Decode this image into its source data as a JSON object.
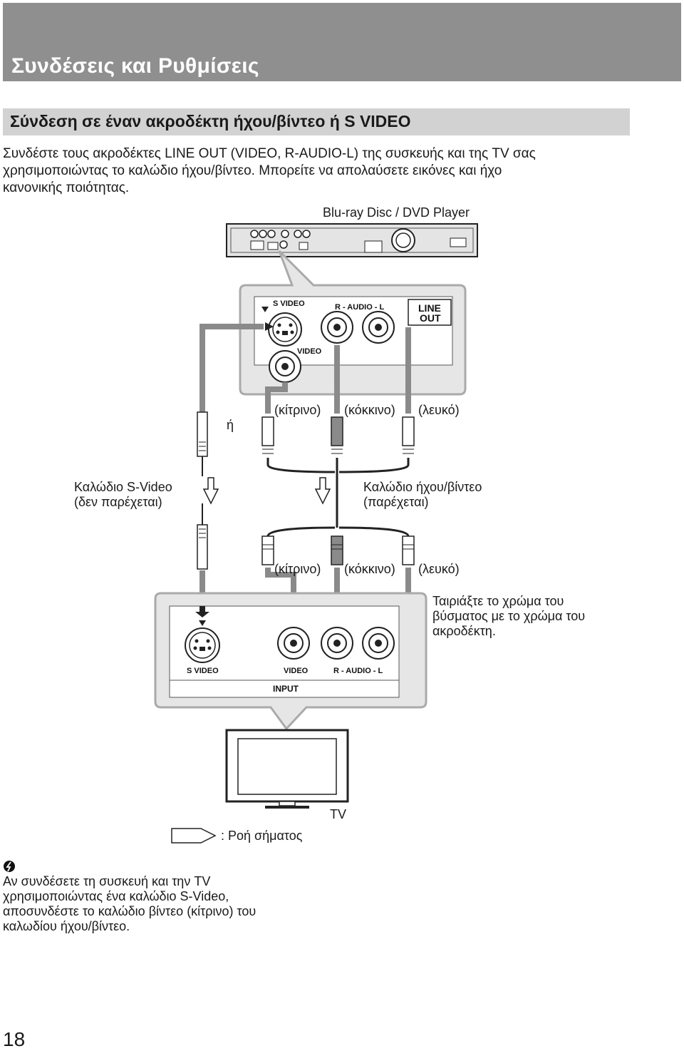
{
  "header": {
    "section_title": "Συνδέσεις και Ρυθμίσεις"
  },
  "subheader": {
    "title": "Σύνδεση σε έναν ακροδέκτη ήχου/βίντεο ή S VIDEO"
  },
  "intro": {
    "line1": "Συνδέστε τους ακροδέκτες LINE OUT (VIDEO, R-AUDIO-L) της συσκευής και της TV σας",
    "line2": "χρησιμοποιώντας το καλώδιο ήχου/βίντεο. Μπορείτε να απολαύσετε εικόνες και ήχο",
    "line3": "κανονικής ποιότητας."
  },
  "diagram": {
    "player_label": "Blu-ray Disc / DVD Player",
    "player_panel": {
      "s_video": "S VIDEO",
      "audio": "R - AUDIO - L",
      "line": "LINE",
      "out": "OUT",
      "video": "VIDEO"
    },
    "or_label": "ή",
    "colors_top": {
      "yellow": "(κίτρινο)",
      "red": "(κόκκινο)",
      "white": "(λευκό)"
    },
    "colors_bottom": {
      "yellow": "(κίτρινο)",
      "red": "(κόκκινο)",
      "white": "(λευκό)"
    },
    "svideo_cable": {
      "line1": "Καλώδιο S-Video",
      "line2": "(δεν παρέχεται)"
    },
    "av_cable": {
      "line1": "Καλώδιο ήχου/βίντεο",
      "line2": "(παρέχεται)"
    },
    "match_note": {
      "line1": "Ταιριάξτε το χρώμα του",
      "line2": "βύσματος με το χρώμα του",
      "line3": "ακροδέκτη."
    },
    "tv_panel": {
      "s_video": "S VIDEO",
      "video": "VIDEO",
      "audio": "R - AUDIO - L",
      "input": "INPUT"
    },
    "tv_label": "TV",
    "legend_label": ": Ροή σήματος"
  },
  "tip": {
    "icon": "tip-icon",
    "line1": "Αν συνδέσετε τη συσκευή και την TV",
    "line2": "χρησιμοποιώντας ένα καλώδιο S-Video,",
    "line3": "αποσυνδέστε το καλώδιο βίντεο (κίτρινο) του",
    "line4": "καλωδίου ήχου/βίντεο."
  },
  "page_number": "18",
  "colors": {
    "header_bg": "#8f8f8f",
    "subheader_bg": "#d2d2d2",
    "panel_bg": "#e6e6e6"
  }
}
